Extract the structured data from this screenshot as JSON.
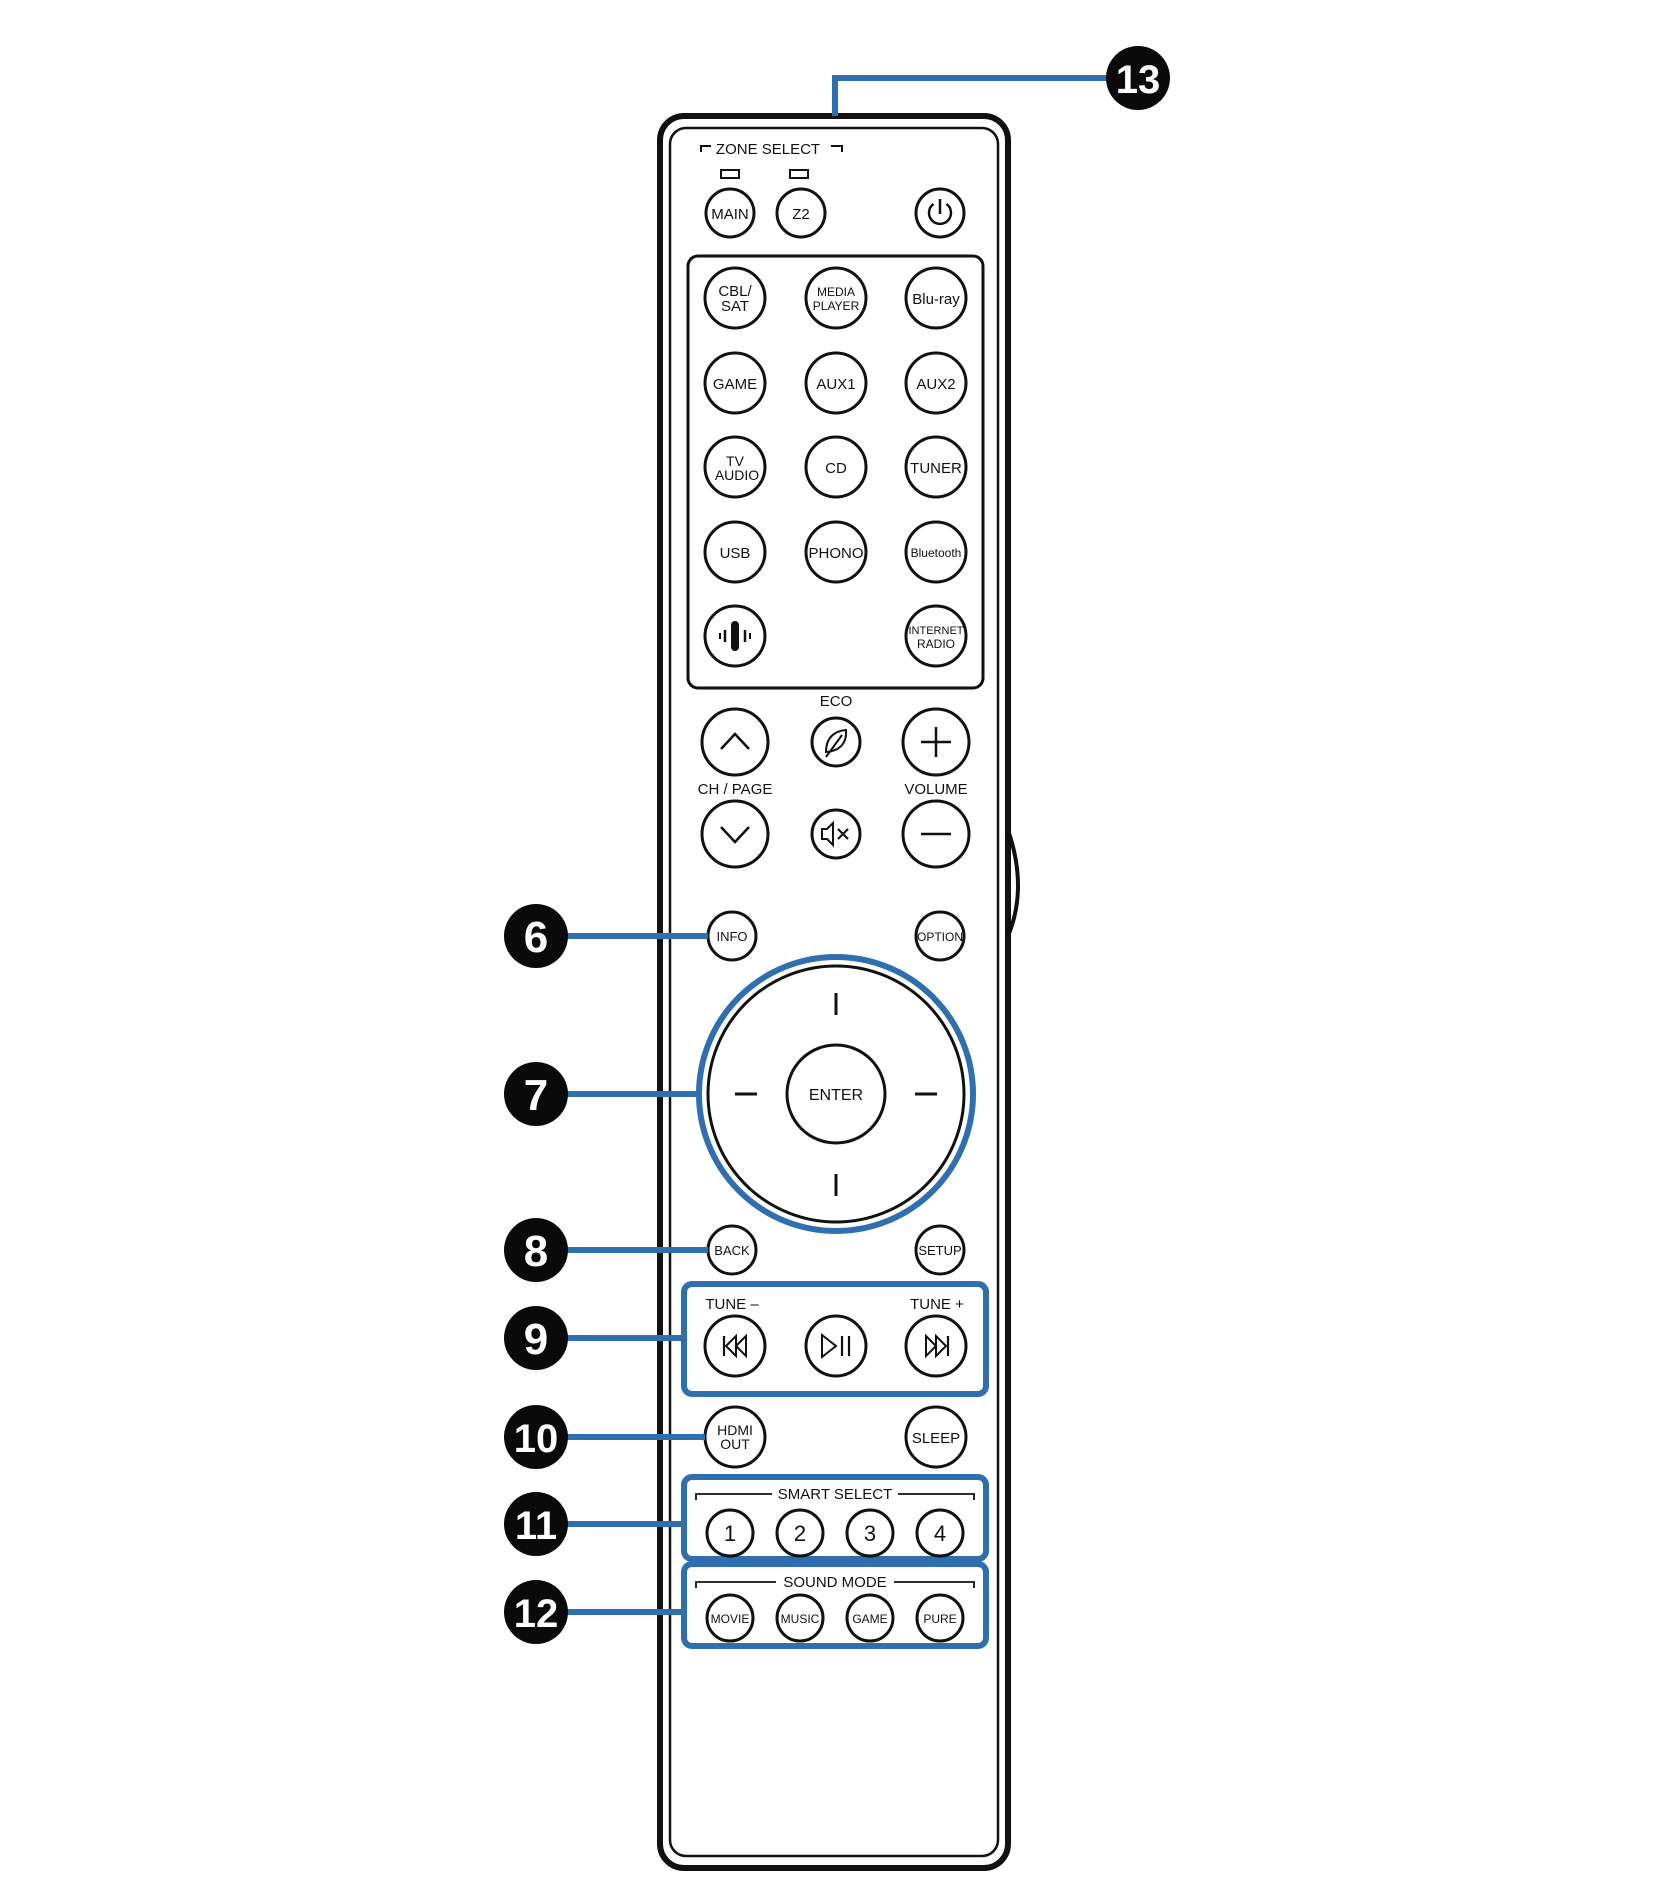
{
  "colors": {
    "outline": "#111111",
    "callout": "#2f6fb0",
    "background": "#ffffff"
  },
  "zone_select": {
    "title": "ZONE SELECT",
    "main_label": "MAIN",
    "z2_label": "Z2",
    "power_icon": "power-icon"
  },
  "sources": {
    "cbl_sat": [
      "CBL/",
      "SAT"
    ],
    "media_player": [
      "MEDIA",
      "PLAYER"
    ],
    "bluray": "Blu-ray",
    "game": "GAME",
    "aux1": "AUX1",
    "aux2": "AUX2",
    "tv_audio": [
      "TV",
      "AUDIO"
    ],
    "cd": "CD",
    "tuner": "TUNER",
    "usb": "USB",
    "phono": "PHONO",
    "bluetooth": "Bluetooth",
    "heos_icon": "heos-icon",
    "internet_radio": [
      "INTERNET",
      "RADIO"
    ]
  },
  "controls": {
    "eco_label": "ECO",
    "ch_page_label": "CH / PAGE",
    "volume_label": "VOLUME",
    "mute_icon": "mute-icon"
  },
  "menu": {
    "info": "INFO",
    "option": "OPTION",
    "enter": "ENTER",
    "back": "BACK",
    "setup": "SETUP"
  },
  "playback": {
    "tune_minus": "TUNE –",
    "tune_plus": "TUNE +"
  },
  "misc": {
    "hdmi_out": [
      "HDMI",
      "OUT"
    ],
    "sleep": "SLEEP"
  },
  "smart_select": {
    "title": "SMART SELECT",
    "buttons": [
      "1",
      "2",
      "3",
      "4"
    ]
  },
  "sound_mode": {
    "title": "SOUND MODE",
    "buttons": [
      "MOVIE",
      "MUSIC",
      "GAME",
      "PURE"
    ]
  },
  "callouts": {
    "c6": "6",
    "c7": "7",
    "c8": "8",
    "c9": "9",
    "c10": "10",
    "c11": "11",
    "c12": "12",
    "c13": "13"
  }
}
